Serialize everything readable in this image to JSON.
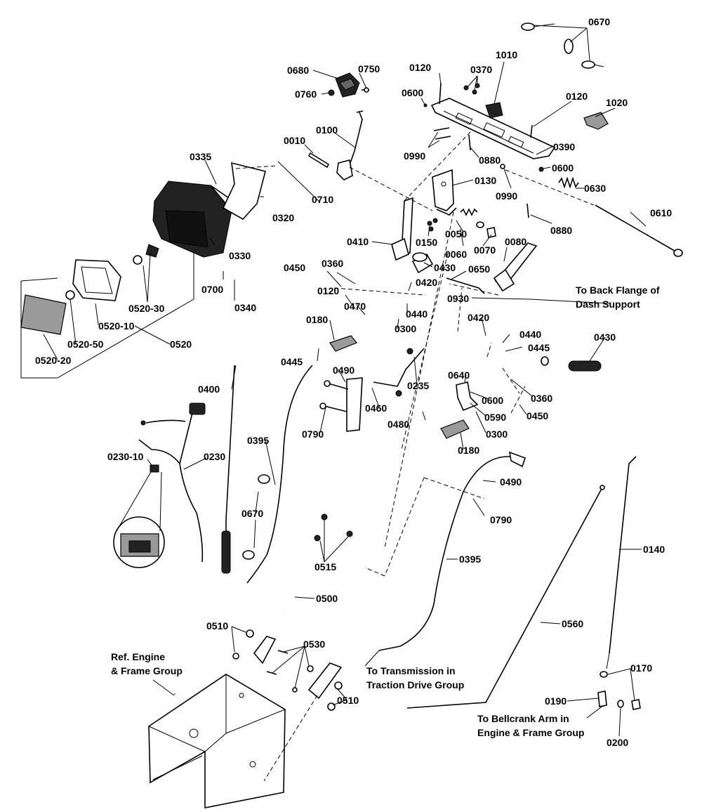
{
  "labels": {
    "l0670": "0670",
    "l0750": "0750",
    "l0680": "0680",
    "l0760": "0760",
    "l0120a": "0120",
    "l0370": "0370",
    "l1010": "1010",
    "l0600a": "0600",
    "l0120b": "0120",
    "l1020": "1020",
    "l0100": "0100",
    "l0010": "0010",
    "l0990a": "0990",
    "l0880a": "0880",
    "l0390": "0390",
    "l0600b": "0600",
    "l0335": "0335",
    "l0130": "0130",
    "l0990b": "0990",
    "l0630": "0630",
    "l0710": "0710",
    "l0320": "0320",
    "l0610": "0610",
    "l0050": "0050",
    "l0880b": "0880",
    "l0150": "0150",
    "l0410": "0410",
    "l0060": "0060",
    "l0070": "0070",
    "l0080": "0080",
    "l0330": "0330",
    "l0450a": "0450",
    "l0360a": "0360",
    "l0430a": "0430",
    "l0650": "0650",
    "l0700": "0700",
    "l0420a": "0420",
    "l0120c": "0120",
    "l0520-30": "0520-30",
    "l0340": "0340",
    "l0470": "0470",
    "l0440a": "0440",
    "l0930": "0930",
    "l0520-10": "0520-10",
    "l0300a": "0300",
    "l0180a": "0180",
    "l0420b": "0420",
    "l0520-50": "0520-50",
    "l0520": "0520",
    "l0440b": "0440",
    "l0445a": "0445",
    "l0430b": "0430",
    "l0520-20": "0520-20",
    "l0445b": "0445",
    "l0490a": "0490",
    "l0235": "0235",
    "l0640": "0640",
    "l0400": "0400",
    "l0360b": "0360",
    "l0460": "0460",
    "l0600c": "0600",
    "l0480": "0480",
    "l0590": "0590",
    "l0450b": "0450",
    "l0790a": "0790",
    "l0300b": "0300",
    "l0395a": "0395",
    "l0180b": "0180",
    "l0230-10": "0230-10",
    "l0230": "0230",
    "l0490b": "0490",
    "l0790b": "0790",
    "l0670b": "0670",
    "l0140": "0140",
    "l0515": "0515",
    "l0395b": "0395",
    "l0500": "0500",
    "l0560": "0560",
    "l0510a": "0510",
    "l0530": "0530",
    "l0510b": "0510",
    "l0170": "0170",
    "l0190": "0190",
    "l0200": "0200"
  },
  "notes": {
    "back_flange_1": "To Back Flange of",
    "back_flange_2": "Dash Support",
    "engine_ref_1": "Ref. Engine",
    "engine_ref_2": "& Frame Group",
    "transmission_1": "To Transmission in",
    "transmission_2": "Traction Drive Group",
    "bellcrank_1": "To Bellcrank Arm in",
    "bellcrank_2": "Engine & Frame Group"
  }
}
